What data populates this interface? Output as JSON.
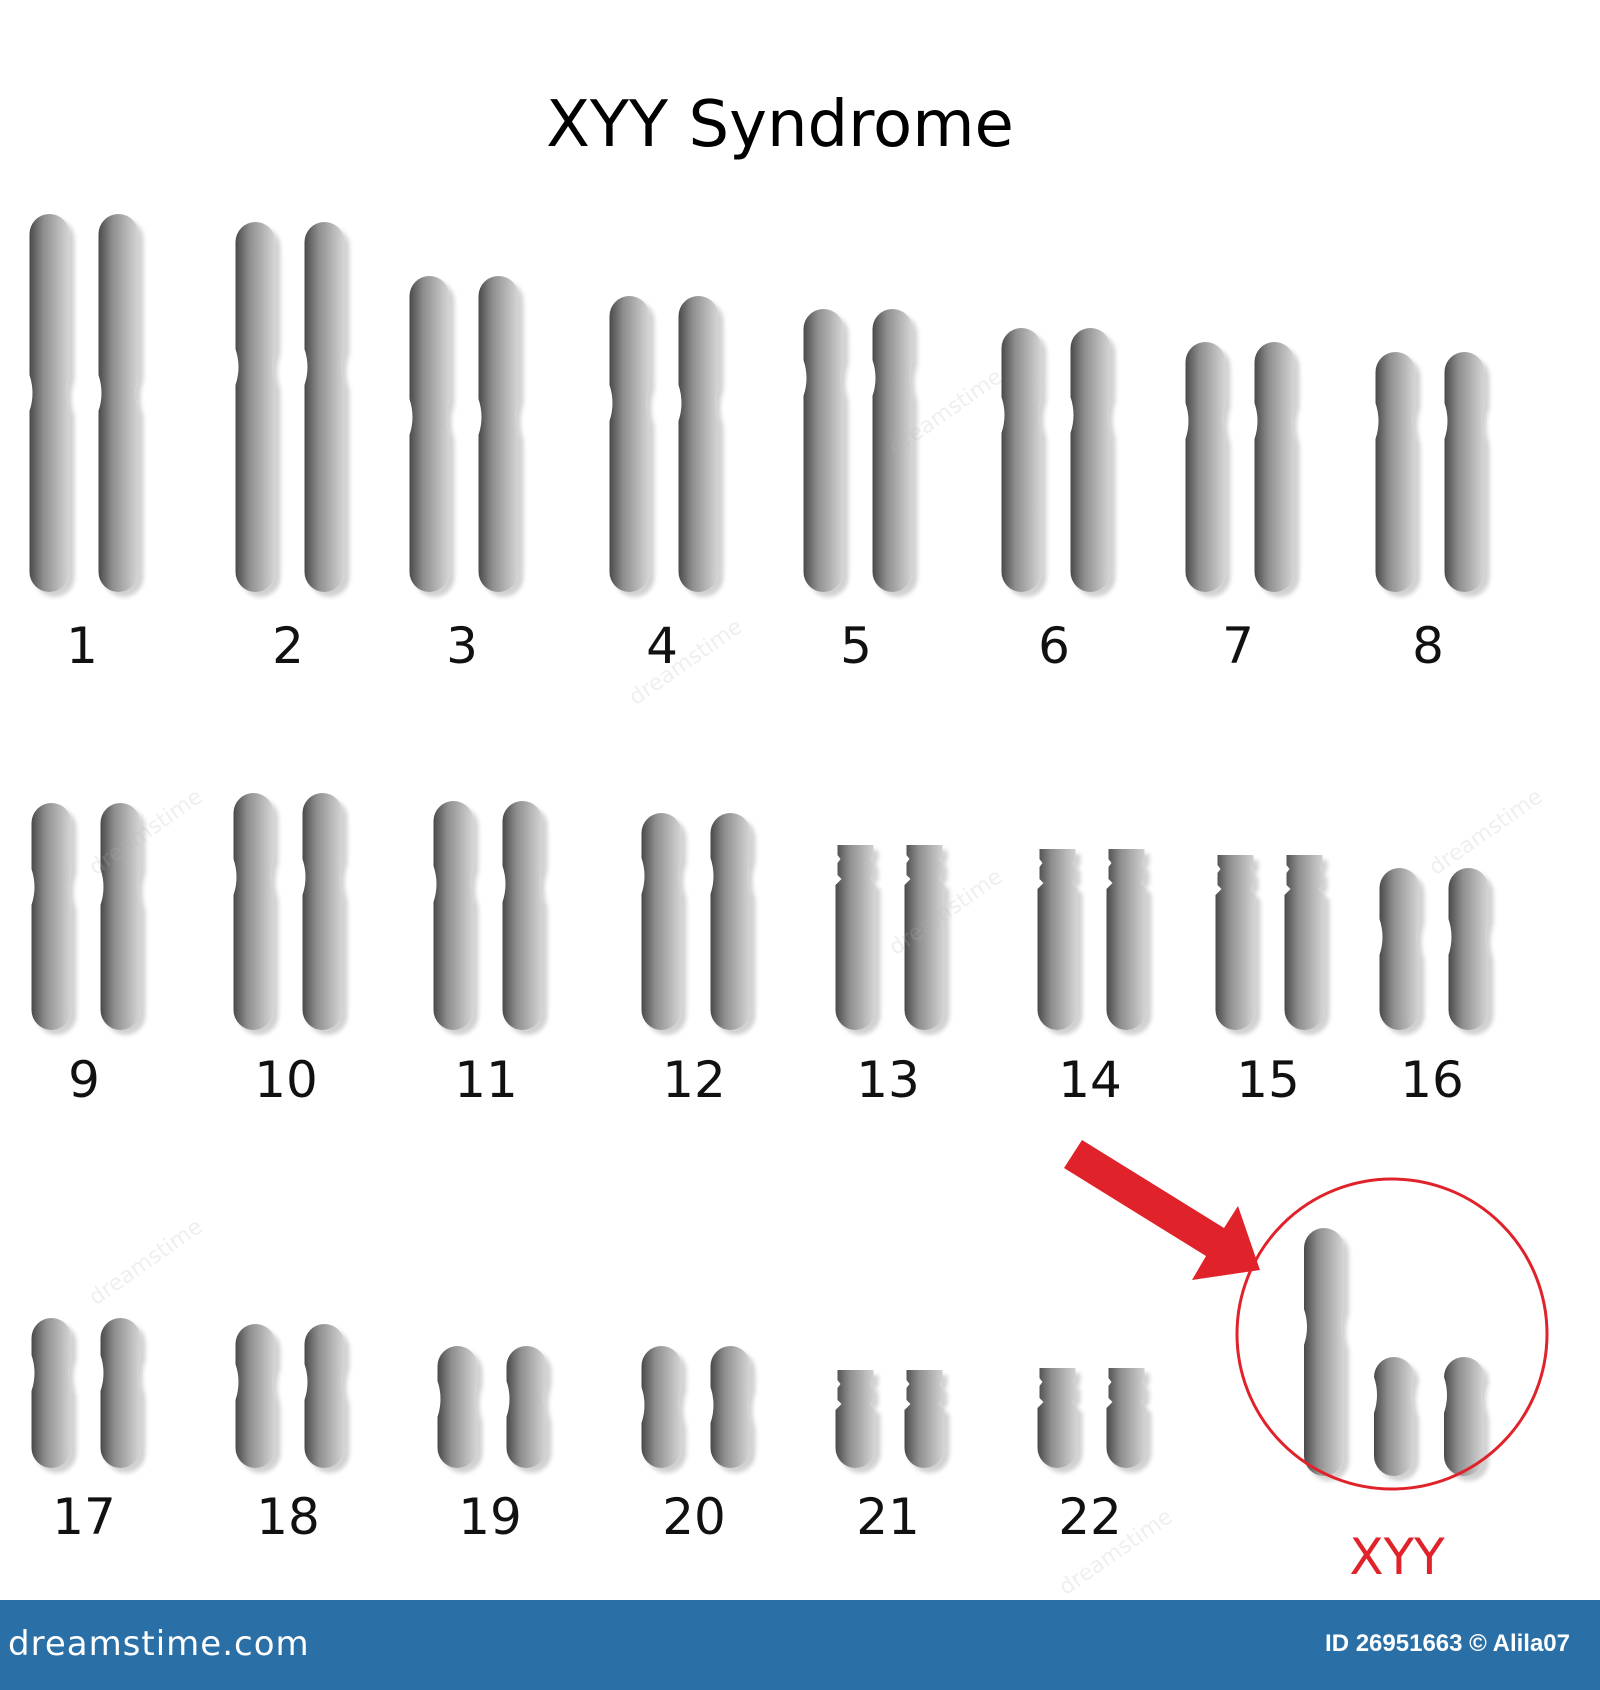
{
  "title": "XYY Syndrome",
  "accent_color": "#e0232a",
  "chromosome_gradient": [
    "#555555",
    "#a8a8a8",
    "#e0e0e0"
  ],
  "pairs": [
    {
      "label": "1"
    },
    {
      "label": "2"
    },
    {
      "label": "3"
    },
    {
      "label": "4"
    },
    {
      "label": "5"
    },
    {
      "label": "6"
    },
    {
      "label": "7"
    },
    {
      "label": "8"
    },
    {
      "label": "9"
    },
    {
      "label": "10"
    },
    {
      "label": "11"
    },
    {
      "label": "12"
    },
    {
      "label": "13"
    },
    {
      "label": "14"
    },
    {
      "label": "15"
    },
    {
      "label": "16"
    },
    {
      "label": "17"
    },
    {
      "label": "18"
    },
    {
      "label": "19"
    },
    {
      "label": "20"
    },
    {
      "label": "21"
    },
    {
      "label": "22"
    }
  ],
  "sex_chromosomes": {
    "label": "XYY",
    "chromosomes": [
      "X",
      "Y",
      "Y"
    ]
  },
  "footer": {
    "logo": "dreamstime.com",
    "id_text": "ID 26951663 © Alila07"
  },
  "watermark": "dreamstime"
}
